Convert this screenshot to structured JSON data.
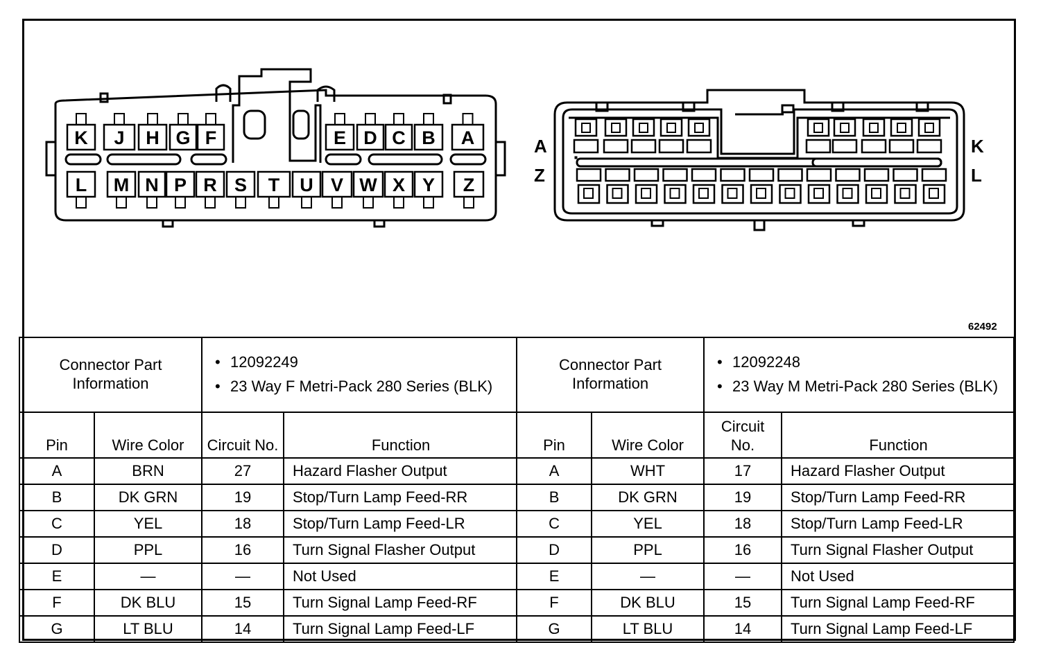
{
  "figure_id": "62492",
  "left_connector": {
    "pins_upper": [
      "K",
      "J",
      "H",
      "G",
      "F",
      "E",
      "D",
      "C",
      "B",
      "A"
    ],
    "pins_lower": [
      "L",
      "M",
      "N",
      "P",
      "R",
      "S",
      "T",
      "U",
      "V",
      "W",
      "X",
      "Y",
      "Z"
    ]
  },
  "right_connector": {
    "label_a": "A",
    "label_z": "Z",
    "label_k": "K",
    "label_l": "L"
  },
  "tables": [
    {
      "info_label": "Connector Part Information",
      "part_number": "12092249",
      "description": "23 Way F Metri-Pack 280 Series (BLK)",
      "headers": {
        "pin": "Pin",
        "wire_color": "Wire Color",
        "circuit": "Circuit No.",
        "function": "Function"
      },
      "rows": [
        {
          "pin": "A",
          "color": "BRN",
          "circuit": "27",
          "function": "Hazard Flasher Output"
        },
        {
          "pin": "B",
          "color": "DK GRN",
          "circuit": "19",
          "function": "Stop/Turn Lamp Feed-RR"
        },
        {
          "pin": "C",
          "color": "YEL",
          "circuit": "18",
          "function": "Stop/Turn Lamp Feed-LR"
        },
        {
          "pin": "D",
          "color": "PPL",
          "circuit": "16",
          "function": "Turn Signal Flasher Output"
        },
        {
          "pin": "E",
          "color": "—",
          "circuit": "—",
          "function": "Not Used"
        },
        {
          "pin": "F",
          "color": "DK BLU",
          "circuit": "15",
          "function": "Turn Signal Lamp Feed-RF"
        },
        {
          "pin": "G",
          "color": "LT BLU",
          "circuit": "14",
          "function": "Turn Signal Lamp Feed-LF"
        }
      ]
    },
    {
      "info_label": "Connector Part Information",
      "part_number": "12092248",
      "description": "23 Way M Metri-Pack 280 Series (BLK)",
      "headers": {
        "pin": "Pin",
        "wire_color": "Wire Color",
        "circuit": "Circuit No.",
        "function": "Function"
      },
      "rows": [
        {
          "pin": "A",
          "color": "WHT",
          "circuit": "17",
          "function": "Hazard Flasher Output"
        },
        {
          "pin": "B",
          "color": "DK GRN",
          "circuit": "19",
          "function": "Stop/Turn Lamp Feed-RR"
        },
        {
          "pin": "C",
          "color": "YEL",
          "circuit": "18",
          "function": "Stop/Turn Lamp Feed-LR"
        },
        {
          "pin": "D",
          "color": "PPL",
          "circuit": "16",
          "function": "Turn Signal Flasher Output"
        },
        {
          "pin": "E",
          "color": "—",
          "circuit": "—",
          "function": "Not Used"
        },
        {
          "pin": "F",
          "color": "DK BLU",
          "circuit": "15",
          "function": "Turn Signal Lamp Feed-RF"
        },
        {
          "pin": "G",
          "color": "LT BLU",
          "circuit": "14",
          "function": "Turn Signal Lamp Feed-LF"
        }
      ]
    }
  ]
}
